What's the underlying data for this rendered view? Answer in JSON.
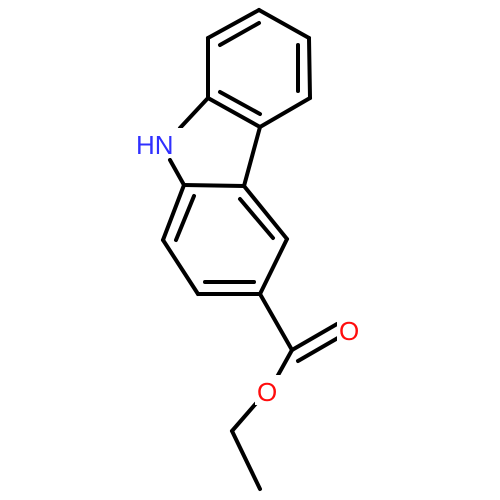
{
  "molecule": {
    "atom_labels": {
      "nitrogen": "HN",
      "carbonyl_oxygen": "O",
      "ester_oxygen": "O"
    },
    "colors": {
      "bond": "#000000",
      "nitrogen": "#3030ff",
      "oxygen": "#ff0d0d",
      "background": "#ffffff"
    }
  }
}
